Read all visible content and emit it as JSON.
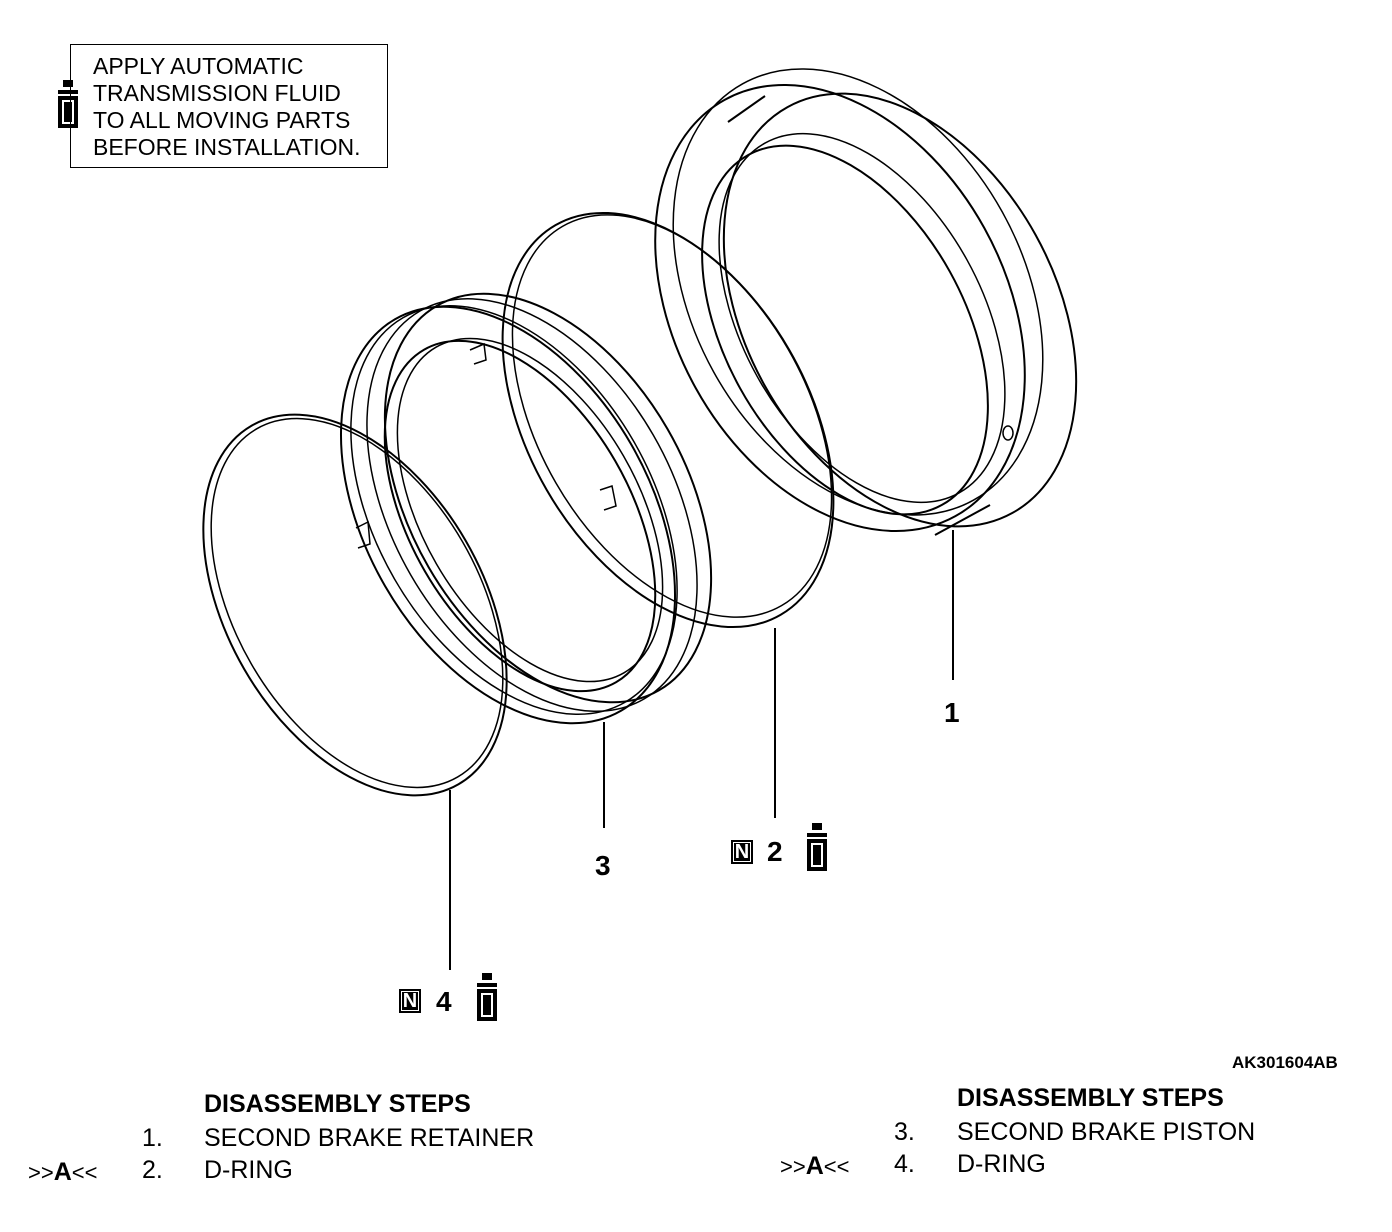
{
  "note": {
    "lines": [
      "APPLY AUTOMATIC",
      "TRANSMISSION FLUID",
      "TO ALL MOVING PARTS",
      "BEFORE INSTALLATION."
    ],
    "icon": "oil-bottle-icon"
  },
  "callouts": {
    "c1": "1",
    "c2": "2",
    "c3": "3",
    "c4": "4",
    "new_part_mark": "N"
  },
  "figure_code": "AK301604AB",
  "steps_left": {
    "title": "DISASSEMBLY STEPS",
    "items": [
      {
        "num": "1.",
        "label": "SECOND BRAKE RETAINER",
        "arrow": ""
      },
      {
        "num": "2.",
        "label": "D-RING",
        "arrow": ">>A<<"
      }
    ]
  },
  "steps_right": {
    "title": "DISASSEMBLY STEPS",
    "items": [
      {
        "num": "3.",
        "label": "SECOND BRAKE PISTON",
        "arrow": ""
      },
      {
        "num": "4.",
        "label": "D-RING",
        "arrow": ">>A<<"
      }
    ]
  },
  "colors": {
    "ink": "#000000",
    "paper": "#ffffff"
  }
}
